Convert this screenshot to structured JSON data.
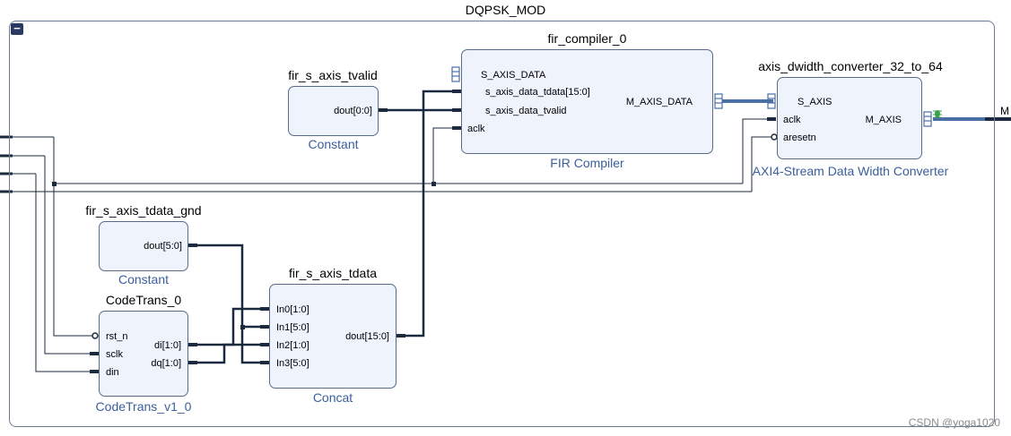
{
  "hierarchy": {
    "title": "DQPSK_MOD",
    "collapse_glyph": "−"
  },
  "blocks": {
    "tvalid": {
      "name": "fir_s_axis_tvalid",
      "type": "Constant",
      "ports": {
        "dout": "dout[0:0]"
      }
    },
    "fir": {
      "name": "fir_compiler_0",
      "type": "FIR Compiler",
      "ports": {
        "s_axis_data": "S_AXIS_DATA",
        "tdata": "s_axis_data_tdata[15:0]",
        "tvalid": "s_axis_data_tvalid",
        "aclk": "aclk",
        "m_axis_data": "M_AXIS_DATA"
      }
    },
    "dwidth": {
      "name": "axis_dwidth_converter_32_to_64",
      "type": "AXI4-Stream Data Width Converter",
      "ports": {
        "s_axis": "S_AXIS",
        "aclk": "aclk",
        "aresetn": "aresetn",
        "m_axis": "M_AXIS"
      }
    },
    "gnd": {
      "name": "fir_s_axis_tdata_gnd",
      "type": "Constant",
      "ports": {
        "dout": "dout[5:0]"
      }
    },
    "codetrans": {
      "name": "CodeTrans_0",
      "type": "CodeTrans_v1_0",
      "ports": {
        "rst_n": "rst_n",
        "sclk": "sclk",
        "din": "din",
        "di": "di[1:0]",
        "dq": "dq[1:0]"
      }
    },
    "concat": {
      "name": "fir_s_axis_tdata",
      "type": "Concat",
      "ports": {
        "in0": "In0[1:0]",
        "in1": "In1[5:0]",
        "in2": "In2[1:0]",
        "in3": "In3[5:0]",
        "dout": "dout[15:0]"
      }
    }
  },
  "external": {
    "m_label": "M"
  },
  "watermark": "CSDN @yoga1020",
  "colors": {
    "block_fill": "#eef3fc",
    "block_border": "#5a6b88",
    "wire": "#1b2a3e",
    "bus": "#4a6fa5",
    "type_text": "#3a5f9c"
  }
}
